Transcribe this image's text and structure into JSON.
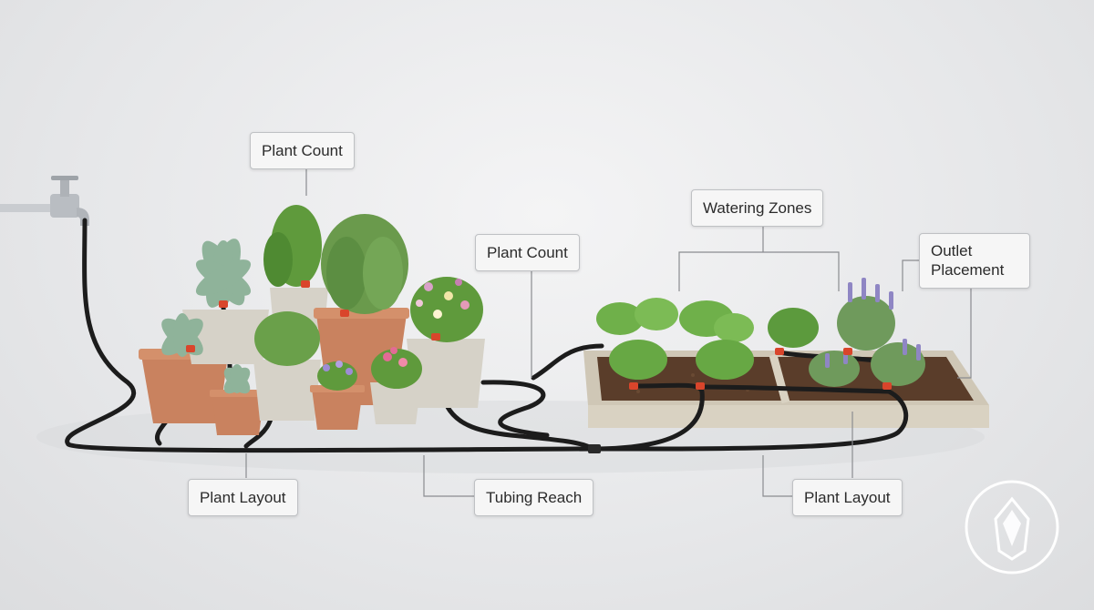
{
  "callouts": {
    "plant_count_top": "Plant Count",
    "plant_count_mid": "Plant Count",
    "watering_zones": "Watering Zones",
    "outlet_placement": "Outlet Placement",
    "plant_layout_left": "Plant Layout",
    "tubing_reach": "Tubing Reach",
    "plant_layout_right": "Plant Layout"
  },
  "colors": {
    "tubing": "#1c1c1c",
    "emitter": "#d9452b",
    "terracotta": "#c9825f",
    "concrete_pot": "#d6d2c8",
    "raised_bed_frame": "#d9d2c2",
    "soil": "#5a3d2a",
    "leaf_green": "#5f9a3c",
    "succulent": "#8fb39a",
    "lavender": "#8f86c4",
    "label_border": "#bfc1c4"
  },
  "icons": [
    "faucet-icon",
    "emitter-icon",
    "logo-badge-icon"
  ]
}
